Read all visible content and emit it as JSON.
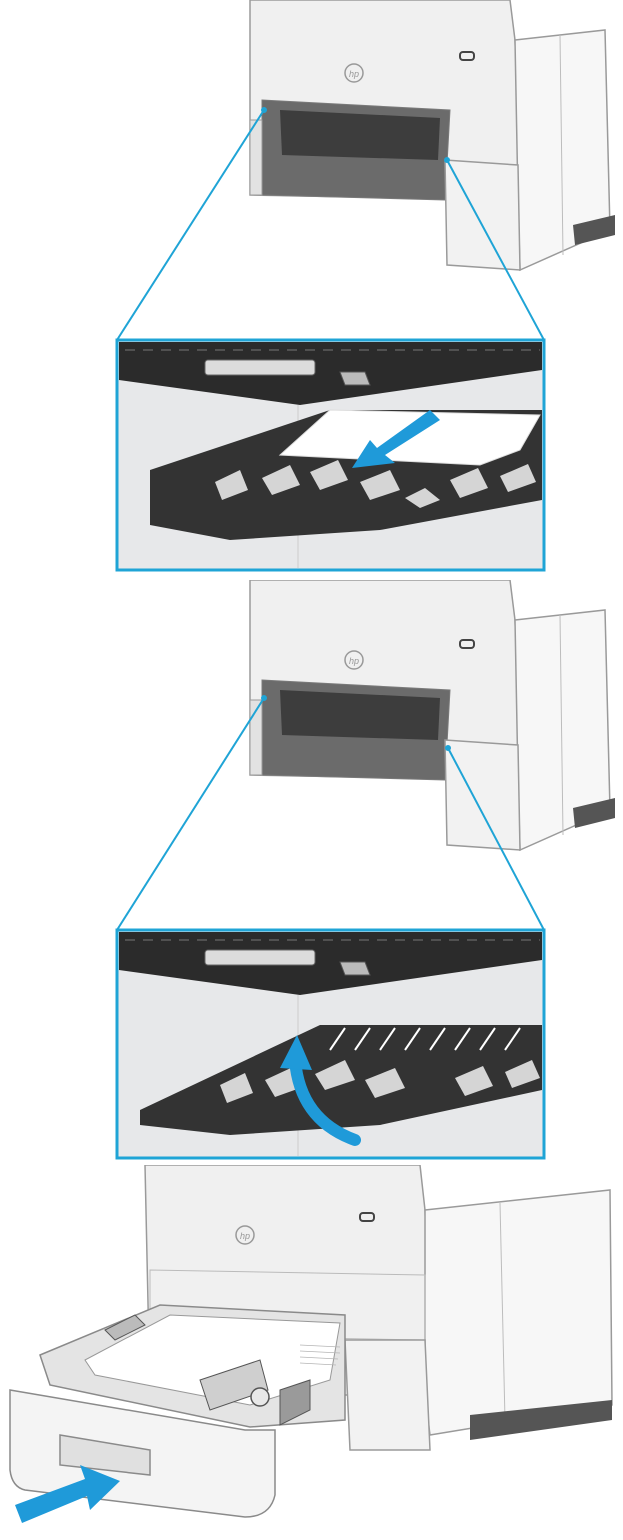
{
  "figure": {
    "steps": [
      {
        "id": "remove-jammed-paper",
        "callout": true,
        "arrow": "pull-out-arrow"
      },
      {
        "id": "close-jam-access-door",
        "callout": true,
        "arrow": "lift-up-arrow"
      },
      {
        "id": "insert-tray",
        "callout": false,
        "arrow": "push-in-arrow"
      }
    ],
    "brand_logo": "hp",
    "colors": {
      "callout_line": "#1fa4d6",
      "arrow": "#1f9ad9",
      "printer_body": "#eeeeee",
      "printer_outline": "#9a9a9a",
      "dark_guide": "#3a3a3a",
      "paper": "#ffffff"
    }
  }
}
